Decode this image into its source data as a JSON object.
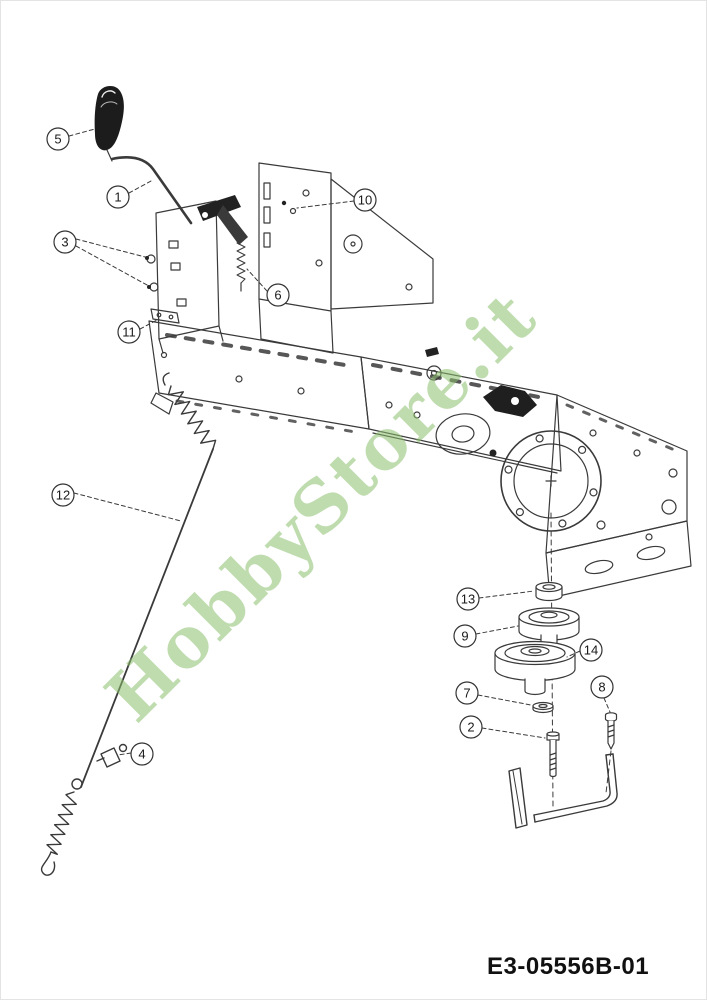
{
  "watermark": {
    "text": "HobbyStore.it",
    "color": "#8cc06e"
  },
  "part_number": "E3-05556B-01",
  "callouts": {
    "c1": {
      "label": "1"
    },
    "c2": {
      "label": "2"
    },
    "c3": {
      "label": "3"
    },
    "c4": {
      "label": "4"
    },
    "c5": {
      "label": "5"
    },
    "c6": {
      "label": "6"
    },
    "c7": {
      "label": "7"
    },
    "c8": {
      "label": "8"
    },
    "c9": {
      "label": "9"
    },
    "c10": {
      "label": "10"
    },
    "c11": {
      "label": "11"
    },
    "c12": {
      "label": "12"
    },
    "c13": {
      "label": "13"
    },
    "c14": {
      "label": "14"
    }
  }
}
